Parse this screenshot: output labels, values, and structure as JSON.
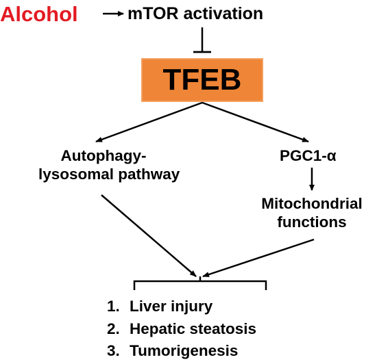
{
  "colors": {
    "trigger": "#e31b23",
    "hub_fill": "#ef8536",
    "hub_border": "#f2a060",
    "line": "#000000"
  },
  "trigger": {
    "label": "Alcohol"
  },
  "upstream": {
    "label": "mTOR activation"
  },
  "hub": {
    "label": "TFEB"
  },
  "branch_left": {
    "line1": "Autophagy-",
    "line2": "lysosomal pathway"
  },
  "branch_right": {
    "label": "PGC1-α",
    "downstream_line1": "Mitochondrial",
    "downstream_line2": "functions"
  },
  "outcomes": [
    {
      "number": "1.",
      "label": "Liver injury"
    },
    {
      "number": "2.",
      "label": "Hepatic steatosis"
    },
    {
      "number": "3.",
      "label": "Tumorigenesis"
    }
  ]
}
